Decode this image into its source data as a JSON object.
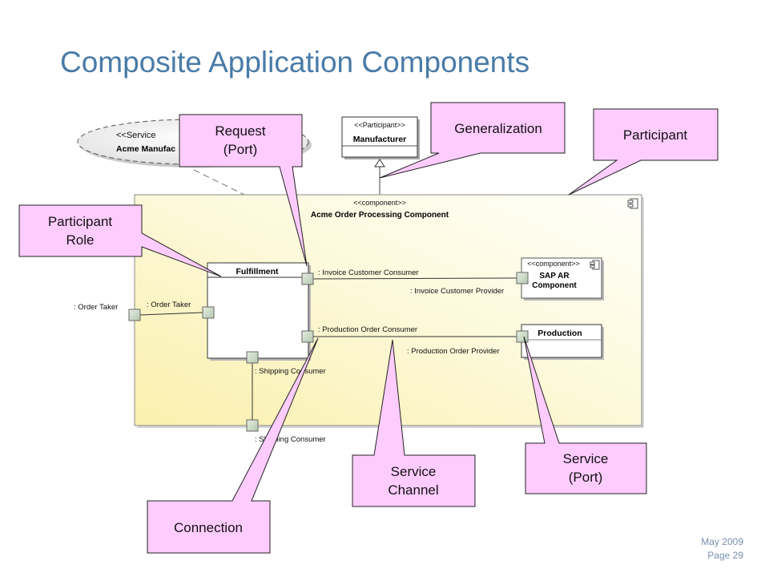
{
  "slide": {
    "title": "Composite Application Components",
    "footer": {
      "date": "May 2009",
      "page": "Page 29"
    }
  },
  "diagram": {
    "service_contract": {
      "stereotype": "<<Service",
      "name": "Acme Manufac"
    },
    "manufacturer": {
      "stereotype": "<<Participant>>",
      "name": "Manufacturer"
    },
    "component": {
      "stereotype": "<<component>>",
      "name": "Acme Order Processing Component"
    },
    "fulfillment": {
      "name": "Fulfillment"
    },
    "sap_ar": {
      "stereotype": "<<component>>",
      "name_line1": "SAP AR",
      "name_line2": "Component"
    },
    "production": {
      "name": "Production"
    },
    "port_labels": {
      "invoice_consumer": ": Invoice Customer Consumer",
      "invoice_provider": ": Invoice Customer Provider",
      "production_consumer": ": Production Order Consumer",
      "production_provider": ": Production Order Provider",
      "order_taker_inner": ": Order Taker",
      "order_taker_outer": ": Order Taker",
      "shipping_inner": ": Shipping Consumer",
      "shipping_outer": ": Shipping Consumer"
    }
  },
  "callouts": {
    "request_port": {
      "line1": "Request",
      "line2": "(Port)"
    },
    "generalization": {
      "line1": "Generalization"
    },
    "participant": {
      "line1": "Participant"
    },
    "participant_role": {
      "line1": "Participant",
      "line2": "Role"
    },
    "connection": {
      "line1": "Connection"
    },
    "service_channel": {
      "line1": "Service",
      "line2": "Channel"
    },
    "service_port": {
      "line1": "Service",
      "line2": "(Port)"
    }
  },
  "colors": {
    "title": "#4a7ba7",
    "callout_fill": "#ffccff",
    "footer": "#7a8fb0",
    "component_fill": "#fcf3bd"
  }
}
